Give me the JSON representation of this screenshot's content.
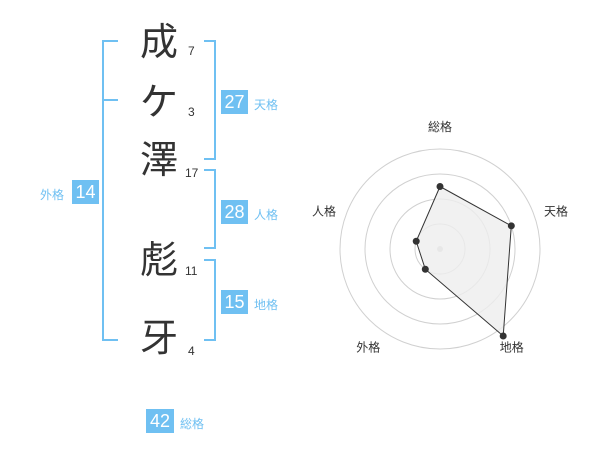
{
  "name_chars": [
    {
      "char": "成",
      "strokes": "7"
    },
    {
      "char": "ケ",
      "strokes": "3"
    },
    {
      "char": "澤",
      "strokes": "17"
    },
    {
      "char": "彪",
      "strokes": "11"
    },
    {
      "char": "牙",
      "strokes": "4"
    }
  ],
  "kaku": {
    "tenkaku": {
      "value": "27",
      "label": "天格"
    },
    "jinkaku": {
      "value": "28",
      "label": "人格"
    },
    "chikaku": {
      "value": "15",
      "label": "地格"
    },
    "gaikaku": {
      "value": "14",
      "label": "外格"
    },
    "soukaku": {
      "value": "42",
      "label": "総格"
    }
  },
  "colors": {
    "accent": "#6fc0f2",
    "text": "#333333",
    "radar_fill": "#eeeeee"
  },
  "chart_data": {
    "type": "radar",
    "axes": [
      "総格",
      "天格",
      "地格",
      "外格",
      "人格"
    ],
    "levels": 4,
    "values": [
      2.5,
      3,
      4.3,
      1,
      1
    ]
  }
}
